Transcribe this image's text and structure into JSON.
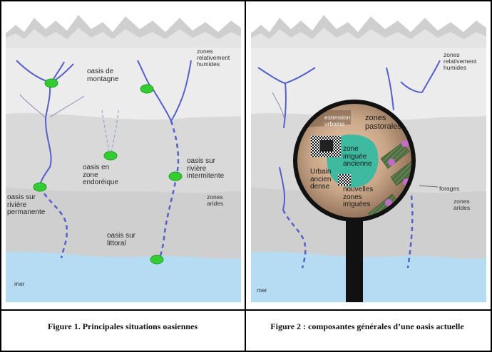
{
  "figure1": {
    "labels": {
      "zones_humides": "zones\nrelativement\nhumides",
      "oasis_montagne": "oasis de\nmontagne",
      "oasis_endoreique": "oasis en\nzone\nendoréique",
      "oasis_intermittente": "oasis sur\nrivière\nintermitente",
      "zones_arides": "zones\narides",
      "oasis_permanente": "oasis sur\nrivière\npermanente",
      "oasis_littoral": "oasis sur\nlittoral",
      "mer": "mer"
    },
    "caption": "Figure 1. Principales situations oasiennes"
  },
  "figure2": {
    "labels": {
      "zones_humides": "zones\nrelativement\nhumides",
      "extension_urbaine": "extension\nurbaine",
      "zones_pastorales": "zones\npastorales",
      "zone_irriguee_ancienne": "zone\nirriguée\nancienne",
      "urbain_ancien_dense": "Urbain\nancien\ndense",
      "nouvelles_zones_irriguees": "nouvelles\nzones\nirriguées",
      "forages": "forages",
      "zones_arides": "zones\narides",
      "mer": "mer"
    },
    "caption": "Figure 2 : composantes générales d’une oasis actuelle"
  },
  "colors": {
    "sea": "#b5dcf3",
    "arid": "#d6d6d6",
    "humid": "#e6e6e6",
    "river": "#5560c8",
    "oasis": "#33cc33",
    "magnifier_handle": "#111111"
  }
}
